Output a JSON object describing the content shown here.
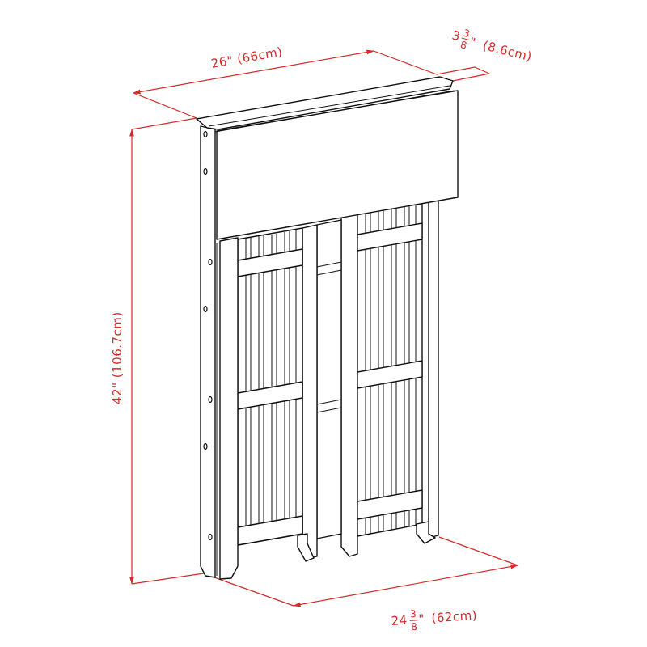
{
  "diagram": {
    "subject": "Folding wooden shelf with flip-top cap",
    "line_color": "#111111",
    "dimension_color": "#d42a2a",
    "dimensions": {
      "width": {
        "label": "26\" (66cm)",
        "inches": "26\"",
        "cm": "(66cm)"
      },
      "depth": {
        "whole": "3",
        "numerator": "3",
        "denominator": "8",
        "unit": "\"",
        "cm": "(8.6cm)"
      },
      "height": {
        "label": "42\" (106.7cm)"
      },
      "base_width": {
        "whole": "24",
        "numerator": "3",
        "denominator": "8",
        "unit": "\"",
        "cm": "(62cm)"
      }
    }
  }
}
